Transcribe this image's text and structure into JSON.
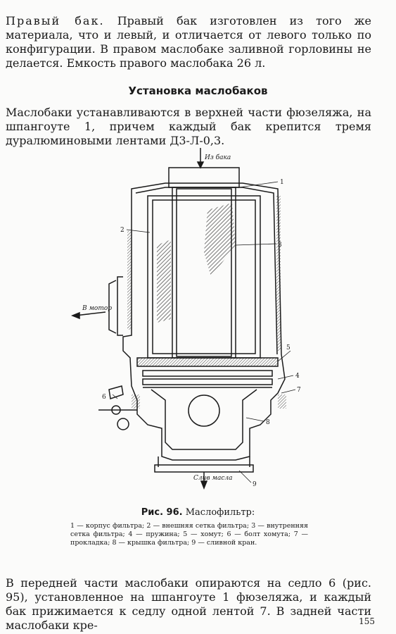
{
  "para1": {
    "lead": "Правый бак.",
    "text": " Правый бак изготовлен из того же материала, что и левый, и отличается от левого только по конфигурации. В правом маслобаке заливной горловины не делается. Емкость правого маслобака 26 л."
  },
  "section_title": "Установка маслобаков",
  "para2": "Маслобаки устанавливаются в верхней части фюзеляжа, на шпангоуте 1, причем каждый бак крепится тремя дуралюминовыми лентами Д3-Л-0,3.",
  "figure": {
    "labels": {
      "top": "Из бака",
      "left": "В мотор",
      "bottom": "Слив масла"
    },
    "numbers": [
      "1",
      "2",
      "3",
      "4",
      "5",
      "6",
      "7",
      "8",
      "9"
    ]
  },
  "caption": {
    "number": "Рис. 96.",
    "title": "Маслофильтр:"
  },
  "legend": "1 — корпус фильтра; 2 — внешняя сетка фильтра; 3 — внутренняя сетка фильтра; 4 — пружина; 5 — хомут; 6 — болт хомута; 7 — прокладка; 8 — крышка фильтра; 9 — сливной кран.",
  "para3": "В передней части маслобаки опираются на седло 6 (рис. 95), установленное на шпангоуте 1 фюзеляжа, и каждый бак прижимается к седлу одной лентой 7. В задней части маслобаки кре-",
  "page_number": "155"
}
